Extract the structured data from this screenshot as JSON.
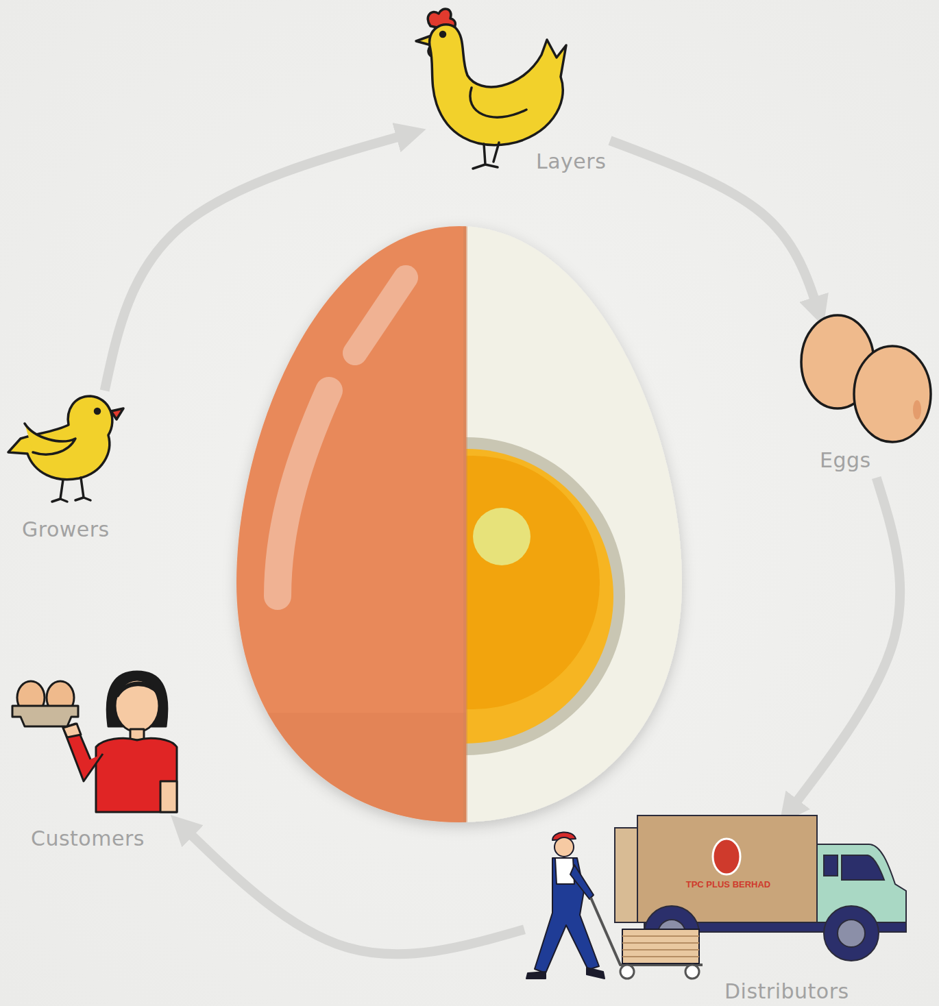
{
  "diagram": {
    "nodes": [
      {
        "text": [
          "Layers"
        ]
      },
      {
        "text": [
          "Eggs"
        ]
      },
      {
        "text": [
          "Growers"
        ]
      },
      {
        "text": [
          "Customers"
        ]
      },
      {
        "text": [
          "Distributors"
        ]
      }
    ],
    "edges": [
      {
        "from": 0,
        "to": 1,
        "arrow": "to"
      },
      {
        "from": 1,
        "to": 4,
        "arrow": "to"
      },
      {
        "from": 4,
        "to": 3,
        "arrow": "to"
      },
      {
        "from": 2,
        "to": 0,
        "arrow": "to"
      }
    ],
    "labels": [
      "TPC PLUS BERHAD"
    ]
  }
}
